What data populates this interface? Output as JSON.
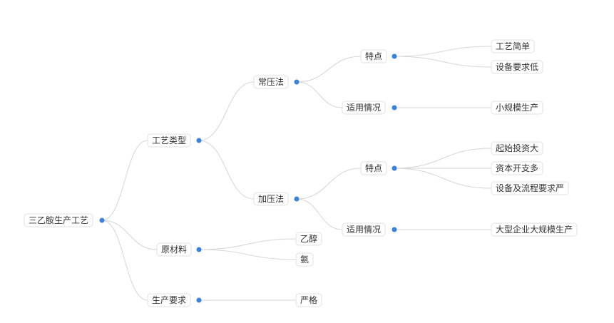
{
  "root": {
    "id": "root",
    "label": "三乙胺生产工艺",
    "children": [
      {
        "id": "process-type",
        "label": "工艺类型",
        "children": [
          {
            "id": "atmospheric",
            "label": "常压法",
            "children": [
              {
                "id": "atm-features",
                "label": "特点",
                "children": [
                  {
                    "id": "atm-f1",
                    "label": "工艺简单"
                  },
                  {
                    "id": "atm-f2",
                    "label": "设备要求低"
                  }
                ]
              },
              {
                "id": "atm-applicable",
                "label": "适用情况",
                "children": [
                  {
                    "id": "atm-a1",
                    "label": "小规模生产"
                  }
                ]
              }
            ]
          },
          {
            "id": "pressurized",
            "label": "加压法",
            "children": [
              {
                "id": "press-features",
                "label": "特点",
                "children": [
                  {
                    "id": "press-f1",
                    "label": "起始投资大"
                  },
                  {
                    "id": "press-f2",
                    "label": "资本开支多"
                  },
                  {
                    "id": "press-f3",
                    "label": "设备及流程要求严"
                  }
                ]
              },
              {
                "id": "press-applicable",
                "label": "适用情况",
                "children": [
                  {
                    "id": "press-a1",
                    "label": "大型企业大规模生产"
                  }
                ]
              }
            ]
          }
        ]
      },
      {
        "id": "raw-materials",
        "label": "原材料",
        "children": [
          {
            "id": "raw-1",
            "label": "乙醇"
          },
          {
            "id": "raw-2",
            "label": "氨"
          }
        ]
      },
      {
        "id": "requirements",
        "label": "生产要求",
        "children": [
          {
            "id": "req-1",
            "label": "严格"
          }
        ]
      }
    ]
  }
}
